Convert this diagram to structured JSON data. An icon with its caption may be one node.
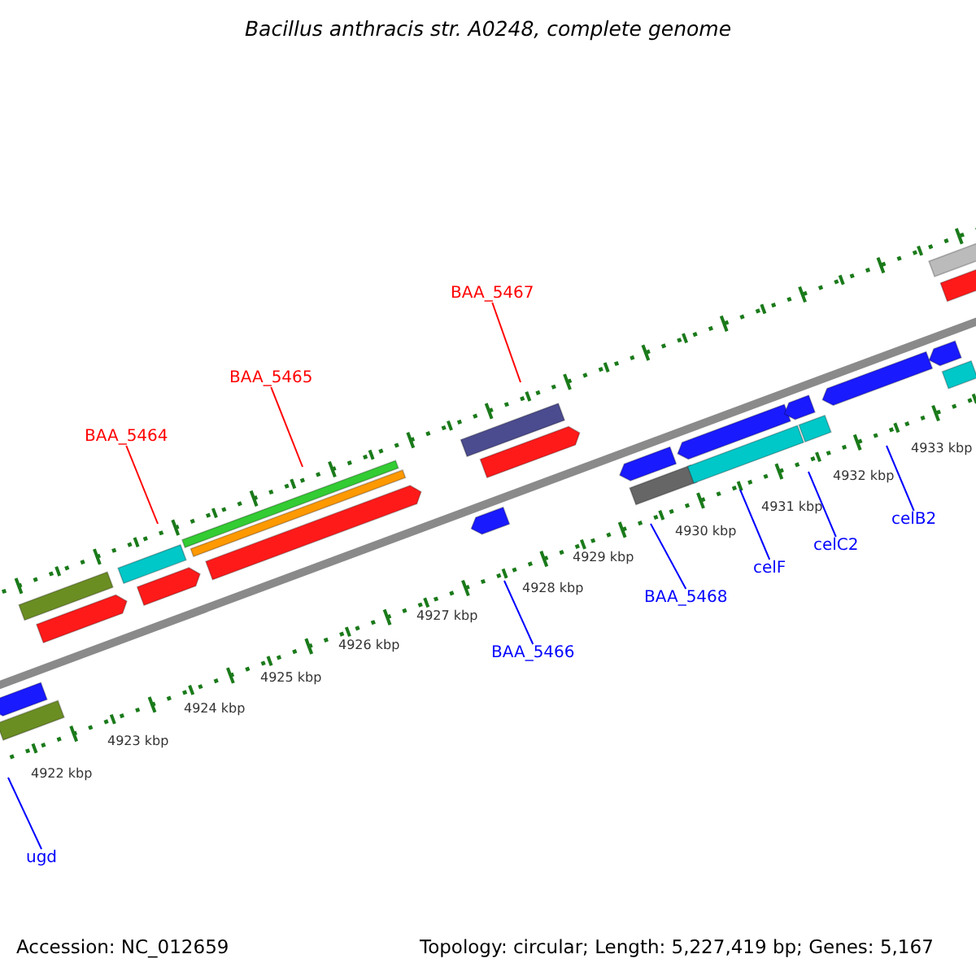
{
  "diagram": {
    "title": "Bacillus anthracis str. A0248, complete genome",
    "nodes": [
      {
        "text": [
          "BAA_5467"
        ]
      },
      {
        "text": [
          "BAA_5465"
        ]
      },
      {
        "text": [
          "BAA_5464"
        ]
      },
      {
        "text": [
          "celB2"
        ]
      },
      {
        "text": [
          "celC2"
        ]
      },
      {
        "text": [
          "celF"
        ]
      },
      {
        "text": [
          "BAA_5468"
        ]
      },
      {
        "text": [
          "BAA_5466"
        ]
      },
      {
        "text": [
          "ugd"
        ]
      }
    ],
    "edges": [
      {
        "from": 0,
        "to": null,
        "arrow": "none",
        "color": "#ff0000"
      },
      {
        "from": 1,
        "to": null,
        "arrow": "none",
        "color": "#ff0000"
      },
      {
        "from": 2,
        "to": null,
        "arrow": "none",
        "color": "#ff0000"
      },
      {
        "from": 3,
        "to": null,
        "arrow": "none"
      },
      {
        "from": 4,
        "to": null,
        "arrow": "none"
      },
      {
        "from": 5,
        "to": null,
        "arrow": "none"
      },
      {
        "from": 6,
        "to": null,
        "arrow": "none"
      },
      {
        "from": 7,
        "to": null,
        "arrow": "none"
      },
      {
        "from": 8,
        "to": null,
        "arrow": "none"
      }
    ],
    "labels": [
      "4933 kbp",
      "4932 kbp",
      "4931 kbp",
      "4930 kbp",
      "4929 kbp",
      "4928 kbp",
      "4927 kbp",
      "4926 kbp",
      "4925 kbp",
      "4924 kbp",
      "4923 kbp",
      "4922 kbp",
      "Accession: NC_012659",
      "Topology: circular; Length: 5,227,419 bp; Genes: 5,167"
    ]
  }
}
